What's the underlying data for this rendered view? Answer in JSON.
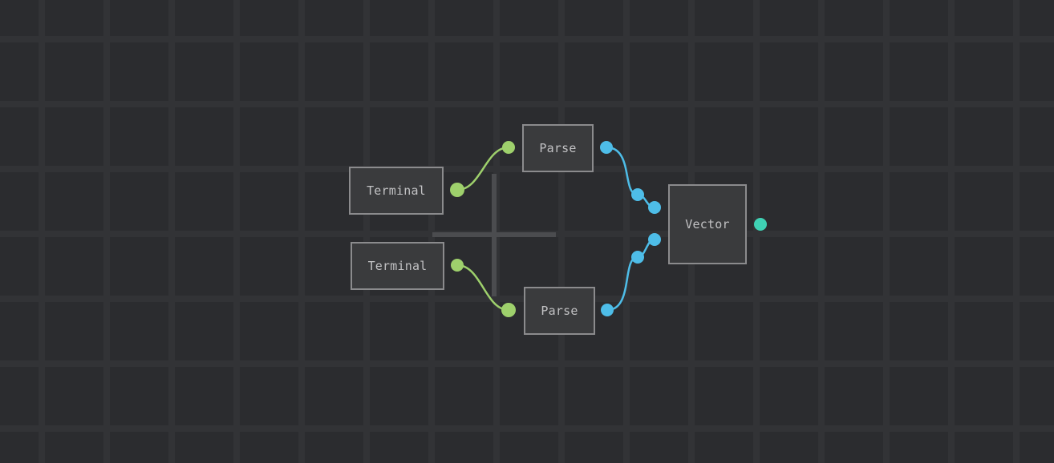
{
  "colors": {
    "background": "#2b2c2f",
    "grid_line": "#323336",
    "node_fill": "#3a3b3d",
    "node_border": "#8b8b8d",
    "node_text": "#c2c2c4",
    "wire_terminal": "#9ed06c",
    "wire_parse": "#4ebde8",
    "vector_output": "#3fd1b4",
    "cursor_cross": "#4b4c4f"
  },
  "nodes": {
    "terminal_top": {
      "label": "Terminal"
    },
    "terminal_bottom": {
      "label": "Terminal"
    },
    "parse_top": {
      "label": "Parse"
    },
    "parse_bottom": {
      "label": "Parse"
    },
    "vector": {
      "label": "Vector"
    }
  },
  "icons": {
    "cursor": "crosshair-cursor-icon"
  }
}
